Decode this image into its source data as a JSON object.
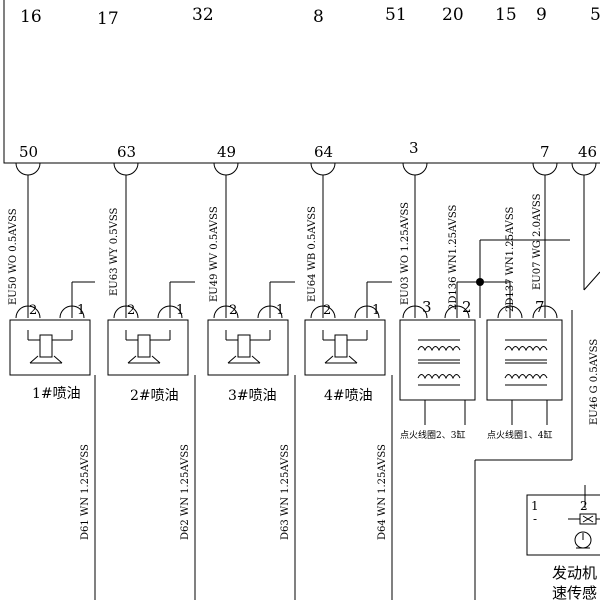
{
  "ecu_top_pins": [
    "16",
    "17",
    "32",
    "8",
    "51",
    "20",
    "15",
    "9",
    "5"
  ],
  "connector_pins": [
    "50",
    "63",
    "49",
    "64",
    "3",
    "7",
    "46"
  ],
  "wires_upper": [
    "EU50 WO 0.5AVSS",
    "EU63 WY 0.5VSS",
    "EU49 WV 0.5AVSS",
    "EU64 WB 0.5AVSS",
    "EU03 WO 1.25AVSS",
    "2D136 WN1.25AVSS",
    "2D137 WN1.25AVSS",
    "EU07 WG 2.0AVSS",
    "EU46 G 0.5AVSS"
  ],
  "wires_lower": [
    "D61 WN 1.25AVSS",
    "D62 WN 1.25AVSS",
    "D63 WN 1.25AVSS",
    "D64 WN 1.25AVSS"
  ],
  "injector_pins": {
    "left": "2",
    "right": "1"
  },
  "injectors": [
    "1#喷油",
    "2#喷油",
    "3#喷油",
    "4#喷油"
  ],
  "coil_pins": [
    "3",
    "2",
    "7"
  ],
  "coils": [
    "点火线圈2、3缸",
    "点火线圈1、4缸"
  ],
  "sensor": {
    "pins": [
      "1",
      "2"
    ],
    "minus": "-",
    "label_line1": "发动机",
    "label_line2": "速传感"
  }
}
